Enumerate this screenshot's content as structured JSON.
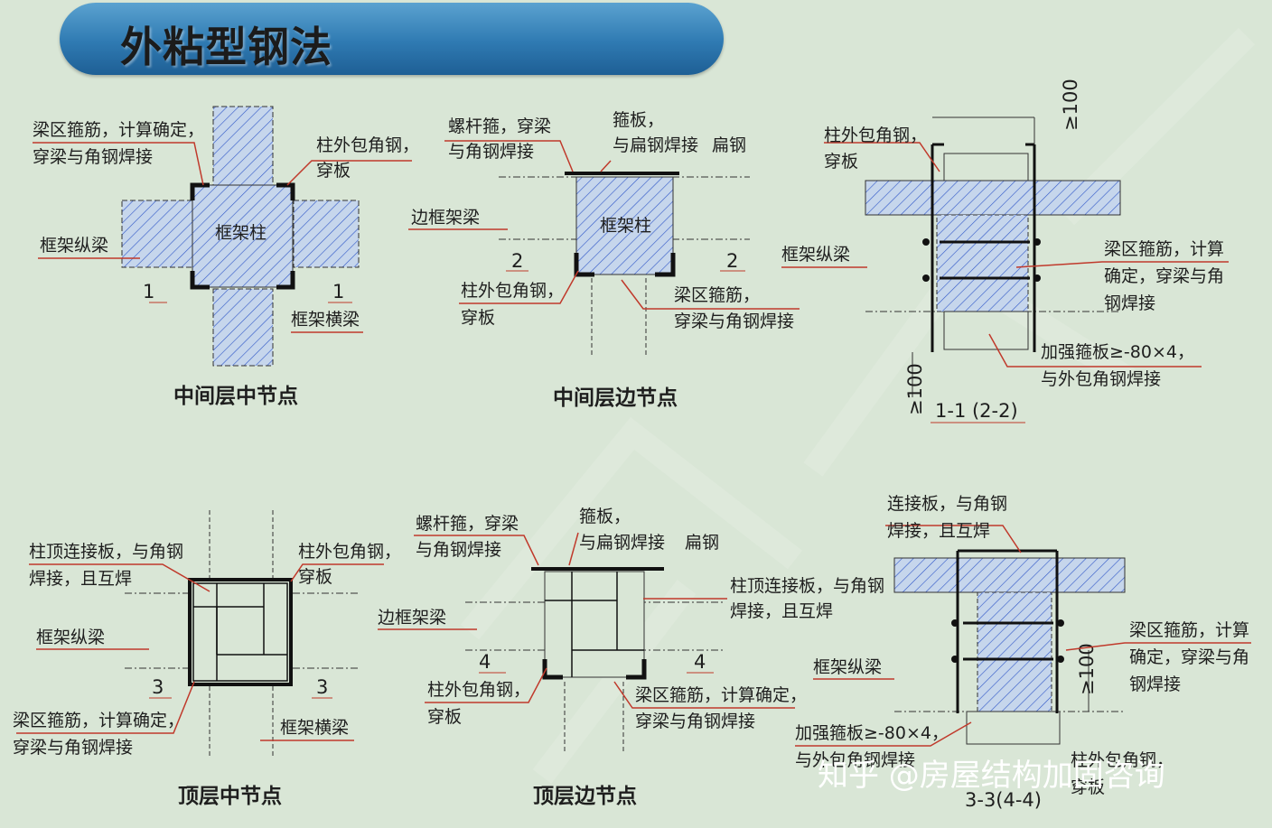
{
  "title": "外粘型钢法",
  "watermark": "知乎 @房屋结构加固咨询",
  "colors": {
    "hatch": "#2f57c8",
    "beam_fill": "#c6d6ec",
    "leader": "#c0392b",
    "steel": "#111111",
    "background": "#d9e6d6"
  },
  "nodes": [
    {
      "caption": "中间层中节点",
      "labels": [
        "梁区箍筋，计算确定，",
        "穿梁与角钢焊接",
        "柱外包角钢，",
        "穿板",
        "框架纵梁",
        "框架柱",
        "框架横梁"
      ],
      "section_marks": [
        "1",
        "1"
      ]
    },
    {
      "caption": "中间层边节点",
      "labels": [
        "螺杆箍，穿梁",
        "与角钢焊接",
        "箍板，",
        "与扁钢焊接",
        "扁钢",
        "边框架梁",
        "框架柱",
        "柱外包角钢，",
        "穿板",
        "梁区箍筋，",
        "穿梁与角钢焊接"
      ],
      "section_marks": [
        "2",
        "2"
      ]
    },
    {
      "caption": "1-1 (2-2)",
      "labels": [
        "柱外包角钢，",
        "穿板",
        "框架纵梁",
        "梁区箍筋，计算",
        "确定，穿梁与角",
        "钢焊接",
        "加强箍板≥-80×4，",
        "与外包角钢焊接"
      ],
      "dims": [
        "≥100",
        "≥100"
      ]
    },
    {
      "caption": "顶层中节点",
      "labels": [
        "柱顶连接板，与角钢",
        "焊接，且互焊",
        "柱外包角钢，",
        "穿板",
        "框架纵梁",
        "梁区箍筋，计算确定，",
        "穿梁与角钢焊接",
        "框架横梁"
      ],
      "section_marks": [
        "3",
        "3"
      ]
    },
    {
      "caption": "顶层边节点",
      "labels": [
        "螺杆箍，穿梁",
        "与角钢焊接",
        "箍板，",
        "与扁钢焊接",
        "扁钢",
        "柱顶连接板，与角钢",
        "焊接，且互焊",
        "边框架梁",
        "柱外包角钢，",
        "穿板",
        "梁区箍筋，计算确定，",
        "穿梁与角钢焊接"
      ],
      "section_marks": [
        "4",
        "4"
      ]
    },
    {
      "caption": "3-3(4-4)",
      "labels": [
        "连接板，与角钢",
        "焊接，且互焊",
        "梁区箍筋，计算",
        "确定，穿梁与角",
        "钢焊接",
        "框架纵梁",
        "加强箍板≥-80×4，",
        "与外包角钢焊接",
        "柱外包角钢，",
        "穿板"
      ],
      "dims": [
        "≥100"
      ]
    }
  ]
}
